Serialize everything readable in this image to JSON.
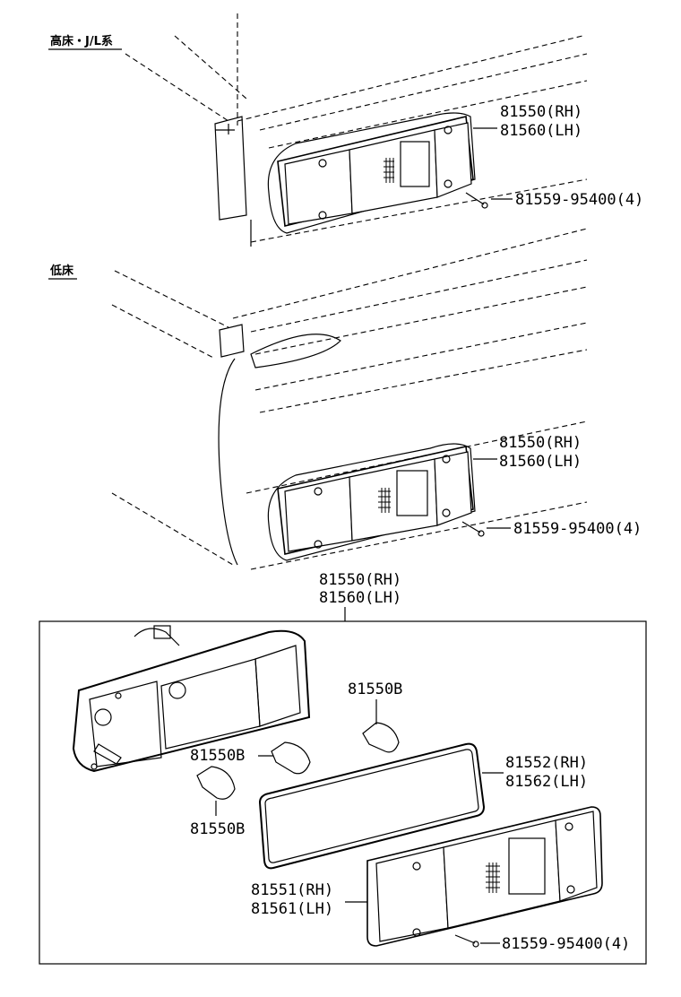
{
  "sections": {
    "high_floor_title": "高床・J/L系",
    "low_floor_title": "低床"
  },
  "top": {
    "lamp_assy_rh": "81550(RH)",
    "lamp_assy_lh": "81560(LH)",
    "screw": "81559-95400(4)"
  },
  "middle": {
    "lamp_assy_rh": "81550(RH)",
    "lamp_assy_lh": "81560(LH)",
    "screw": "81559-95400(4)"
  },
  "detail": {
    "assy_rh": "81550(RH)",
    "assy_lh": "81560(LH)",
    "bulb_top": "81550B",
    "bulb_left": "81550B",
    "bulb_bottom": "81550B",
    "gasket_rh": "81552(RH)",
    "gasket_lh": "81562(LH)",
    "lens_rh": "81551(RH)",
    "lens_lh": "81561(LH)",
    "screw": "81559-95400(4)"
  },
  "icons": [
    "rear-combination-lamp-icon",
    "bulb-icon",
    "screw-icon",
    "gasket-icon",
    "lens-icon"
  ]
}
